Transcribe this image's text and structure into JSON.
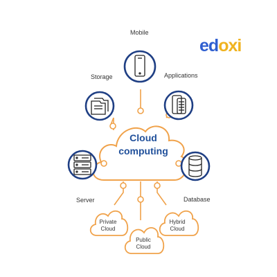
{
  "brand": {
    "part1": "ed",
    "part2": "oxi",
    "blue": "#2f5fd0",
    "gold": "#f0b320"
  },
  "center": {
    "line1": "Cloud",
    "line2": "computing"
  },
  "nodes": {
    "mobile": {
      "label": "Mobile",
      "icon": "mobile-phone-icon"
    },
    "applications": {
      "label": "Applications",
      "icon": "applications-icon"
    },
    "storage": {
      "label": "Storage",
      "icon": "storage-folders-icon"
    },
    "server": {
      "label": "Server",
      "icon": "server-icon"
    },
    "database": {
      "label": "Database",
      "icon": "database-icon"
    }
  },
  "clouds": {
    "private": {
      "line1": "Private",
      "line2": "Cloud"
    },
    "public": {
      "line1": "Public",
      "line2": "Cloud"
    },
    "hybrid": {
      "line1": "Hybrid",
      "line2": "Cloud"
    }
  },
  "colors": {
    "navy": "#1f3f84",
    "orange": "#f0a24a",
    "text_blue": "#1f4f9a"
  }
}
